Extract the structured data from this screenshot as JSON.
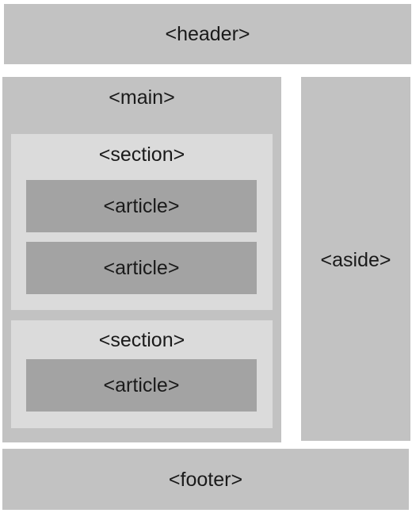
{
  "diagram": {
    "header": {
      "label": "<header>"
    },
    "main": {
      "label": "<main>",
      "sections": [
        {
          "label": "<section>",
          "articles": [
            {
              "label": "<article>"
            },
            {
              "label": "<article>"
            }
          ]
        },
        {
          "label": "<section>",
          "articles": [
            {
              "label": "<article>"
            }
          ]
        }
      ]
    },
    "aside": {
      "label": "<aside>"
    },
    "footer": {
      "label": "<footer>"
    }
  },
  "colors": {
    "outer": "#c2c2c2",
    "section": "#dbdbdb",
    "article": "#a3a3a3",
    "text": "#1a1a1a"
  }
}
